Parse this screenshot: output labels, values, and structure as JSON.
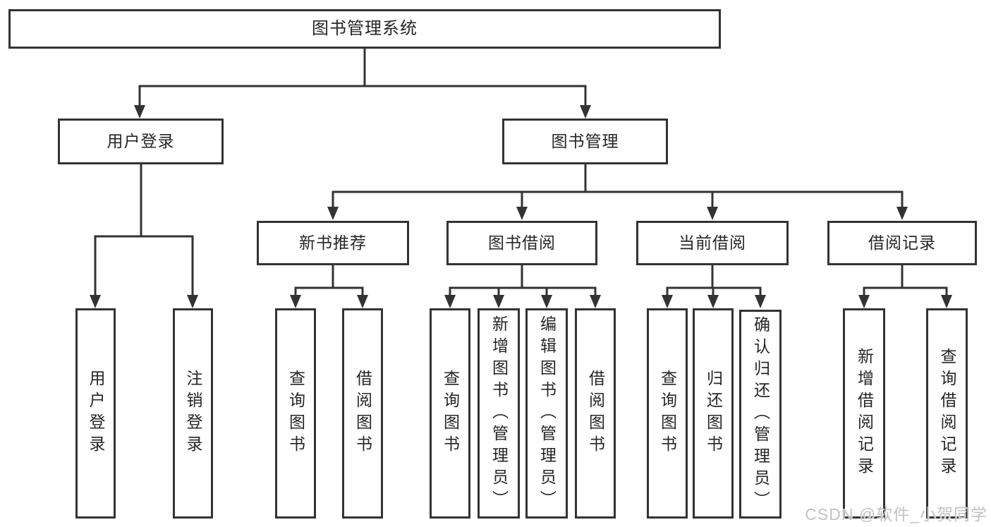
{
  "diagram": {
    "root": {
      "label": "图书管理系统"
    },
    "branches": [
      {
        "label": "用户登录",
        "children": [
          {
            "label": "用户登录"
          },
          {
            "label": "注销登录"
          }
        ]
      },
      {
        "label": "图书管理",
        "children": [
          {
            "label": "新书推荐",
            "children": [
              {
                "label": "查询图书"
              },
              {
                "label": "借阅图书"
              }
            ]
          },
          {
            "label": "图书借阅",
            "children": [
              {
                "label": "查询图书"
              },
              {
                "label": "新增图书（管理员）"
              },
              {
                "label": "编辑图书（管理员）"
              },
              {
                "label": "借阅图书"
              }
            ]
          },
          {
            "label": "当前借阅",
            "children": [
              {
                "label": "查询图书"
              },
              {
                "label": "归还图书"
              },
              {
                "label": "确认归还（管理员）"
              }
            ]
          },
          {
            "label": "借阅记录",
            "children": [
              {
                "label": "新增借阅记录"
              },
              {
                "label": "查询借阅记录"
              }
            ]
          }
        ]
      }
    ]
  },
  "watermark": {
    "text": "CSDN @软件_小贺同学"
  },
  "colors": {
    "line": "#333333",
    "text": "#262626",
    "background": "#ffffff",
    "watermark": "#c2c2c2"
  }
}
